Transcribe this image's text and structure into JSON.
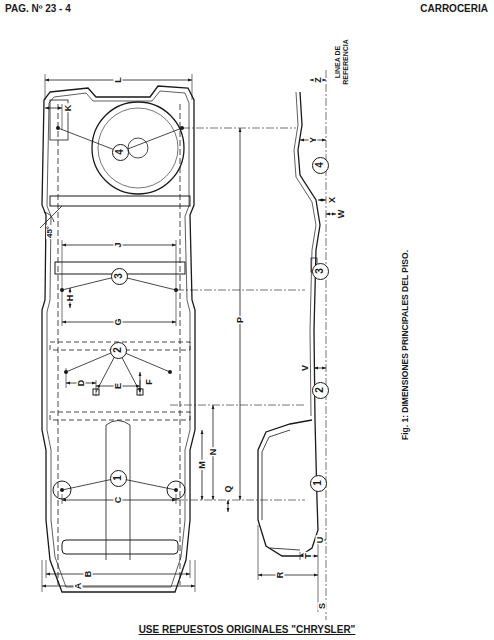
{
  "diagram": {
    "caption": "Fig. 1: DIMENSIONES PRINCIPALES DEL PISO.",
    "nodes": [
      {
        "text": [
          "4"
        ]
      },
      {
        "text": [
          "4"
        ]
      },
      {
        "text": [
          "3"
        ]
      },
      {
        "text": [
          "3"
        ]
      },
      {
        "text": [
          "2"
        ]
      },
      {
        "text": [
          "2"
        ]
      },
      {
        "text": [
          "1"
        ]
      },
      {
        "text": [
          "1"
        ]
      }
    ],
    "labels": [
      "PAG. Nº 23 - 4",
      "CARROCERIA",
      "LINEA DE REFERENCIA",
      "K",
      "L",
      "Z",
      "Y",
      "45°",
      "X",
      "W",
      "J",
      "H",
      "P",
      "G",
      "D",
      "E",
      "F",
      "N",
      "V",
      "M",
      "C",
      "Q",
      "U",
      "B",
      "A",
      "R",
      "T",
      "S",
      "USE REPUESTOS ORIGINALES \"CHRYSLER\""
    ]
  }
}
